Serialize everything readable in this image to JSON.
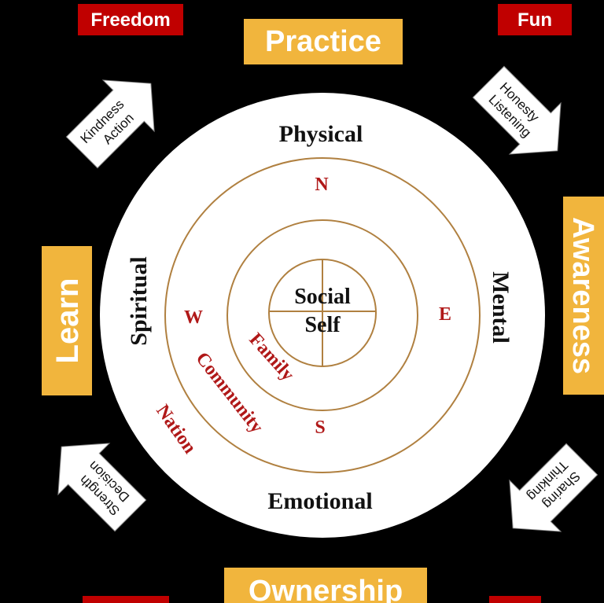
{
  "corners": {
    "top_left": "Freedom",
    "top_right": "Fun"
  },
  "sides": {
    "top": "Practice",
    "right": "Awareness",
    "bottom": "Ownership",
    "left": "Learn"
  },
  "arrows": {
    "top_left": [
      "Kindness",
      "Action"
    ],
    "top_right": [
      "Honesty",
      "Listening"
    ],
    "bottom_right": [
      "Sharing",
      "Thinking"
    ],
    "bottom_left": [
      "Strength",
      "Decision"
    ]
  },
  "wheel": {
    "physical": "Physical",
    "mental": "Mental",
    "emotional": "Emotional",
    "spiritual": "Spiritual",
    "n": "N",
    "e": "E",
    "s": "S",
    "w": "W",
    "center_line1": "Social",
    "center_line2": "Self",
    "family": "Family",
    "community": "Community",
    "nation": "Nation"
  },
  "colors": {
    "yellow": "#f1b53d",
    "red": "#c00000",
    "ring": "#b08040",
    "dark_red": "#b01818"
  }
}
